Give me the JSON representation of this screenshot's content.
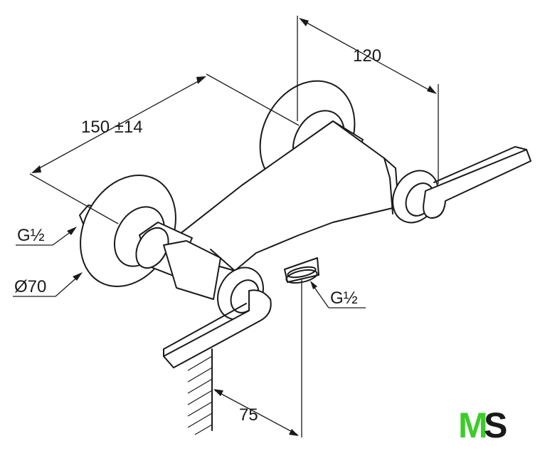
{
  "dimensions": {
    "width_120": "120",
    "length_150": "150 ±14",
    "depth_75": "75",
    "thread_left": "G½",
    "thread_bottom": "G½",
    "rosette_diameter": "Ø70"
  },
  "logo": {
    "letter_m": "M",
    "letter_s": "S",
    "color_m": "#3dcc2b",
    "color_s": "#1a1a1a"
  }
}
